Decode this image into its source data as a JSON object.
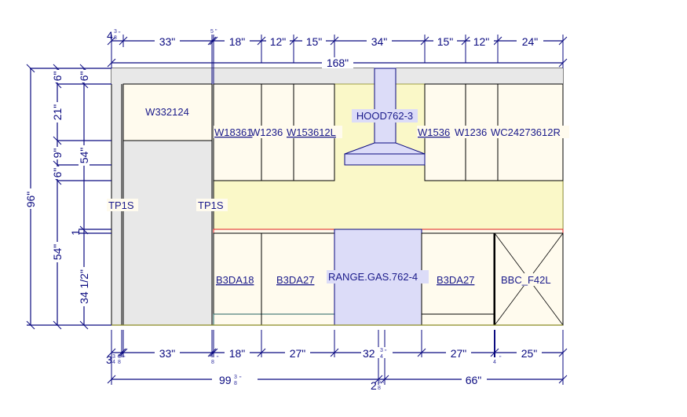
{
  "drawing": {
    "type": "kitchen-elevation",
    "colors": {
      "dimension_line": "#0a0a80",
      "wall_soffit": "#e8e8e8",
      "backsplash": "#faf8c8",
      "cabinet": "#fffbee",
      "appliance": "#dcdcf8",
      "countertop_edge": "#e02020",
      "toekick": "#206060",
      "floor_line": "#8a8a20"
    },
    "top_dimensions": {
      "segments": [
        "4 3/8\"",
        "33\"",
        "5/8\"",
        "18\"",
        "12\"",
        "15\"",
        "34\"",
        "15\"",
        "12\"",
        "24\""
      ],
      "overall": "168\""
    },
    "left_dimensions": {
      "overall": "96\"",
      "column2": [
        "6\"",
        "21\"",
        "9\"",
        "6\"",
        "54\""
      ],
      "column3": [
        "6\"",
        "54\"",
        "1 1/2\"",
        "34 1/2\""
      ]
    },
    "bottom_dimensions": {
      "segments": [
        "3 3/4\"",
        "3/8\"",
        "33\"",
        "5/8\"",
        "18\"",
        "27\"",
        "32 3/4\"",
        "27\"",
        "1/4\"",
        "25\""
      ],
      "overall": [
        "99 3/8\"",
        "2 5/8\"",
        "66\""
      ]
    },
    "wall_cabinets": [
      {
        "label": "W332124",
        "underlined": false
      },
      {
        "label": "W18361",
        "underlined": true
      },
      {
        "label": "W1236",
        "underlined": false
      },
      {
        "label": "W153612L",
        "underlined": true
      },
      {
        "label": "W1536",
        "underlined": true
      },
      {
        "label": "W1236",
        "underlined": false
      },
      {
        "label": "WC24273612R",
        "underlined": false
      }
    ],
    "hood": {
      "label": "HOOD762-3"
    },
    "tall_panels": [
      {
        "label": "TP1S"
      },
      {
        "label": "TP1S"
      }
    ],
    "base_cabinets": [
      {
        "label": "B3DA18",
        "underlined": true
      },
      {
        "label": "B3DA27",
        "underlined": true
      },
      {
        "label": "B3DA27",
        "underlined": true
      },
      {
        "label": "BBC_F42L",
        "underlined": false
      }
    ],
    "range": {
      "label": "RANGE.GAS.762-4"
    }
  }
}
